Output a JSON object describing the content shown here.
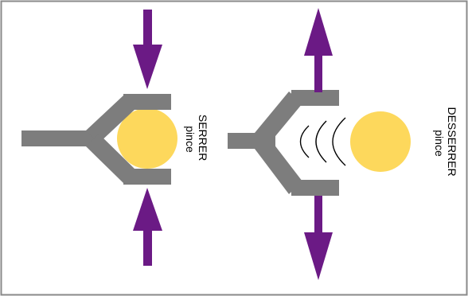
{
  "diagram": {
    "clamp": {
      "line1": "SERRER",
      "line2": "pince"
    },
    "release": {
      "line1": "DESSERRER",
      "line2": "pince"
    }
  },
  "colors": {
    "frame": "#8a8a8a",
    "gripper": "#7d7d7d",
    "ball": "#fdd85c",
    "arrow": "#6b1a85",
    "text": "#000000"
  },
  "icons": {
    "clamp_arrows": "arrows-pointing-inward",
    "release_arrows": "arrows-pointing-outward",
    "release_waves": "sound-wave-arcs"
  }
}
